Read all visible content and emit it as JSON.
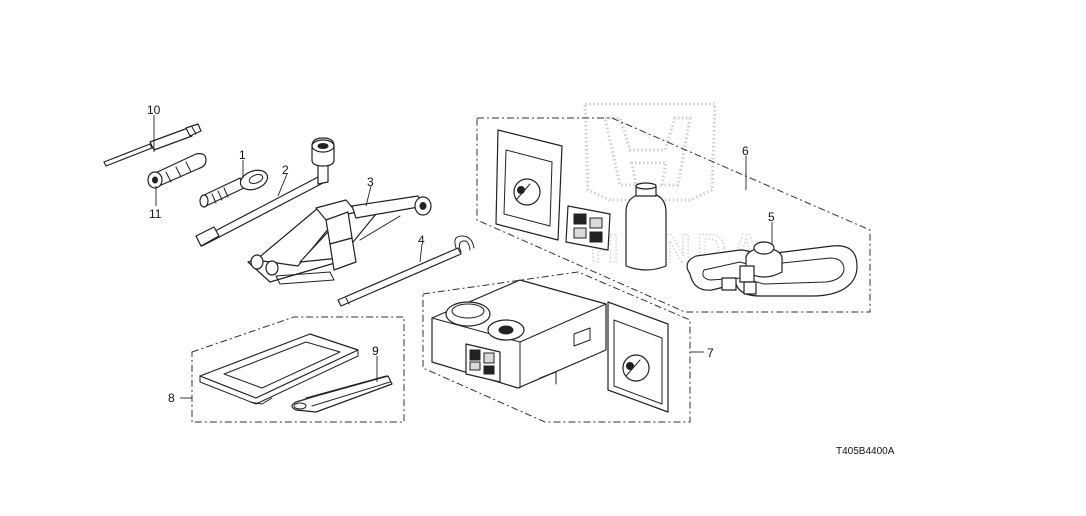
{
  "diagram": {
    "drawing_code": "T405B4400A",
    "watermark": "HONDA",
    "callouts": {
      "p1": "1",
      "p2": "2",
      "p3": "3",
      "p4": "4",
      "p5": "5",
      "p6": "6",
      "p7": "7",
      "p8": "8",
      "p9": "9",
      "p10": "10",
      "p11": "11"
    },
    "colors": {
      "line": "#222222",
      "watermark": "#cfcfcf",
      "background": "#ffffff"
    }
  }
}
